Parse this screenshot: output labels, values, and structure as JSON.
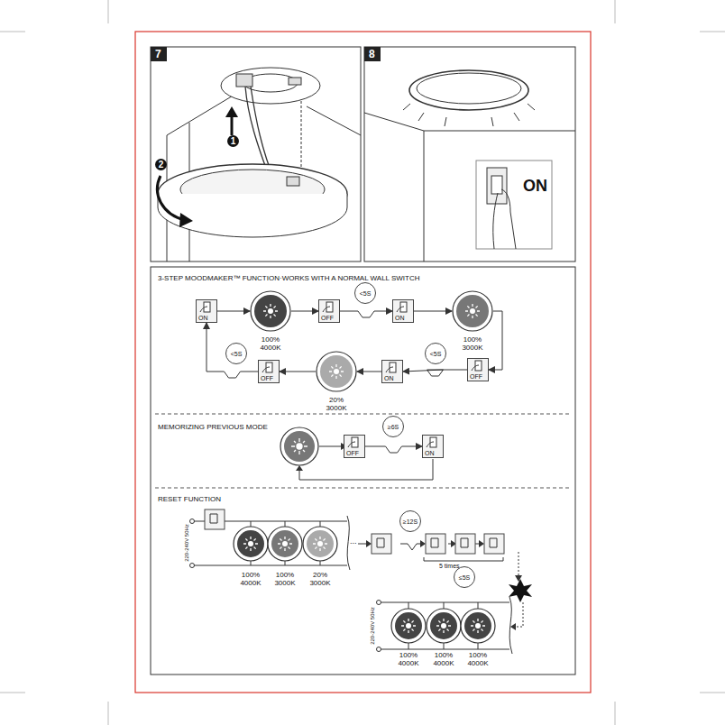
{
  "diagram": {
    "nodes": [
      {
        "text": [
          "ON"
        ]
      },
      {
        "text": [
          "100% 4000K"
        ]
      },
      {
        "text": [
          "OFF"
        ]
      },
      {
        "text": [
          "<5S"
        ]
      },
      {
        "text": [
          "ON"
        ]
      },
      {
        "text": [
          "100% 3000K"
        ]
      },
      {
        "text": [
          "OFF"
        ]
      },
      {
        "text": [
          "<5S"
        ]
      },
      {
        "text": [
          "ON"
        ]
      },
      {
        "text": [
          "20% 3000K"
        ]
      },
      {
        "text": [
          "OFF"
        ]
      },
      {
        "text": [
          "<5S"
        ]
      },
      {
        "text": [
          "OFF"
        ]
      },
      {
        "text": [
          "≥6S"
        ]
      },
      {
        "text": [
          "ON"
        ]
      },
      {
        "text": [
          "100% 4000K"
        ]
      },
      {
        "text": [
          "100% 3000K"
        ]
      },
      {
        "text": [
          "20% 3000K"
        ]
      },
      {
        "text": [
          "≥12S"
        ]
      },
      {
        "text": [
          "≤5S"
        ]
      },
      {
        "text": [
          "100% 4000K"
        ]
      },
      {
        "text": [
          "100% 4000K"
        ]
      },
      {
        "text": [
          "100% 4000K"
        ]
      }
    ],
    "edges": [
      {
        "from": 0,
        "to": 1,
        "arrow": "to"
      },
      {
        "from": 1,
        "to": 2,
        "arrow": "to"
      },
      {
        "from": 2,
        "to": 4,
        "arrow": "to"
      },
      {
        "from": 4,
        "to": 5,
        "arrow": "to"
      },
      {
        "from": 5,
        "to": 6,
        "arrow": "to"
      },
      {
        "from": 6,
        "to": 8,
        "arrow": "to"
      },
      {
        "from": 8,
        "to": 9,
        "arrow": "to"
      },
      {
        "from": 9,
        "to": 10,
        "arrow": "to"
      },
      {
        "from": 10,
        "to": 0,
        "arrow": "to"
      },
      {
        "from": 12,
        "to": 14,
        "arrow": "to"
      }
    ],
    "labels": [
      "7",
      "1",
      "2",
      "8",
      "ON",
      "3-STEP MOODMAKER™ FUNCTION·WORKS WITH A NORMAL WALL SWITCH",
      "MEMORIZING PREVIOUS MODE",
      "RESET FUNCTION",
      "220-240V 50Hz",
      "...",
      "5 times",
      "220-240V 50Hz"
    ]
  }
}
